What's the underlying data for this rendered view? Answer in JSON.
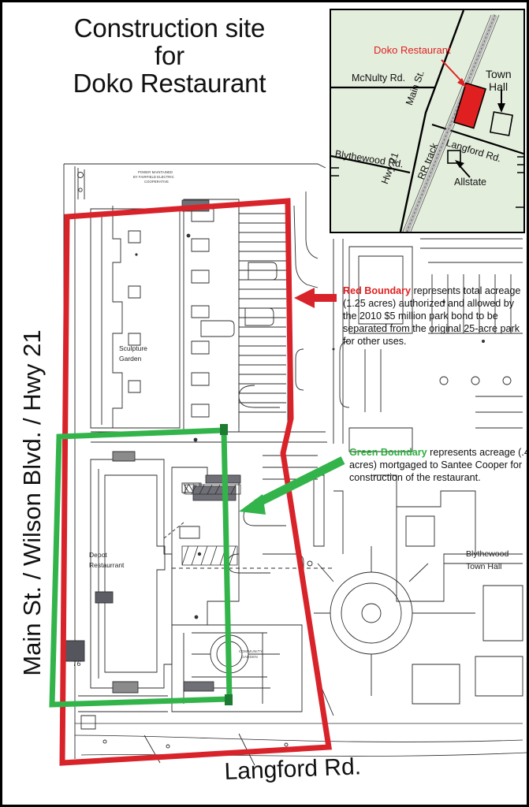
{
  "title": {
    "line1": "Construction site",
    "line2": "for",
    "line3": "Doko Restaurant"
  },
  "inset_map": {
    "restaurant_label": "Doko Restaurant",
    "town_hall_label_1": "Town",
    "town_hall_label_2": "Hall",
    "mcnulty": "McNulty Rd.",
    "main_st": "Main St.",
    "langford": "Langford Rd.",
    "blythewood": "Blythewood Rd.",
    "hwy21": "Hwy 21",
    "rr_track": "RR track",
    "allstate": "Allstate",
    "restaurant_color": "#e02020",
    "background_color": "#e4eedd"
  },
  "annotations": {
    "red": {
      "keyword": "Red Boundary",
      "body": " represents total acreage (1.25 acres) authorized and allowed by the 2010 $5 million park bond to be separated from the original 25-acre park for other uses.",
      "color": "#e02020"
    },
    "green": {
      "keyword": "Green Boundary",
      "body": " represents acreage (.4 acres) mortgaged to Santee Cooper for construction of the restaurant.",
      "color": "#2eae3f"
    }
  },
  "streets": {
    "left": "Main St. / Wilson Blvd. / Hwy 21",
    "bottom": "Langford Rd."
  },
  "site_map_labels": {
    "sculpture_garden_1": "Sculpture",
    "sculpture_garden_2": "Garden",
    "depot_1": "Depot",
    "depot_2": "Restaurrant",
    "community_garden_1": "COMMUNITY",
    "community_garden_2": "GARDEN",
    "town_hall_1": "Blythewood",
    "town_hall_2": "Town Hall",
    "transformer": "T6",
    "power_note_1": "POWER MAINTAINED",
    "power_note_2": "BY FAIRFIELD ELECTRIC",
    "power_note_3": "COOPERATIVE"
  },
  "boundaries": {
    "red_color": "#d8232a",
    "green_color": "#33b44a",
    "red_stroke_width": 7,
    "green_stroke_width": 7
  }
}
